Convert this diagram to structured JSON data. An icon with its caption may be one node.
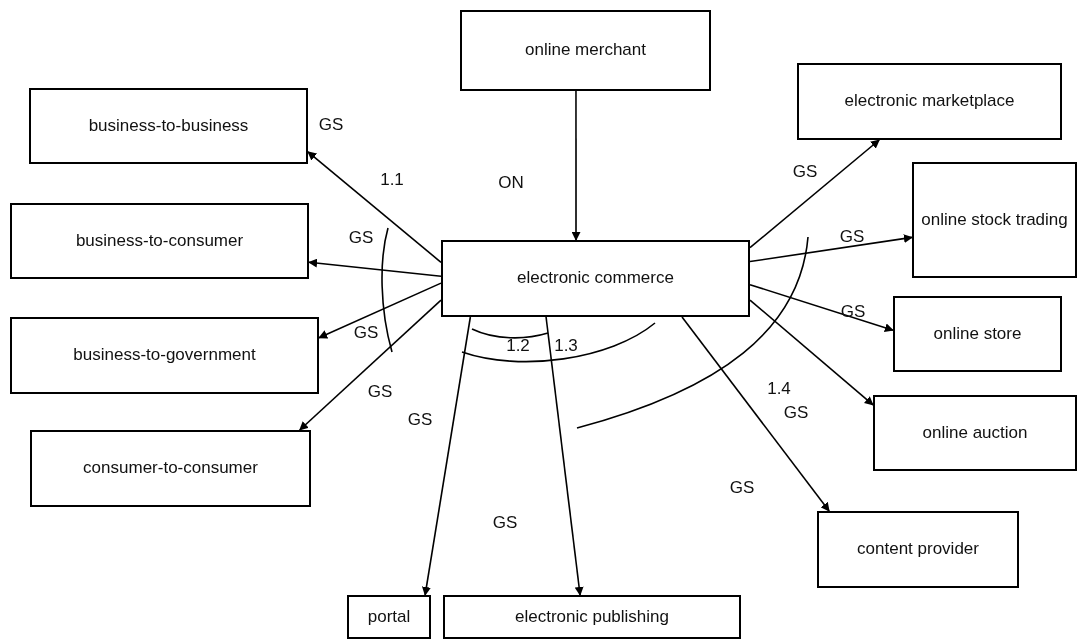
{
  "diagram": {
    "nodes": [
      {
        "text": [
          "online merchant"
        ]
      },
      {
        "text": [
          "business-to-business"
        ]
      },
      {
        "text": [
          "business-to-consumer"
        ]
      },
      {
        "text": [
          "business-to-government"
        ]
      },
      {
        "text": [
          "consumer-to-consumer"
        ]
      },
      {
        "text": [
          "electronic commerce"
        ]
      },
      {
        "text": [
          "electronic marketplace"
        ]
      },
      {
        "text": [
          "online stock trading"
        ]
      },
      {
        "text": [
          "online store"
        ]
      },
      {
        "text": [
          "online auction"
        ]
      },
      {
        "text": [
          "content provider"
        ]
      },
      {
        "text": [
          "portal"
        ]
      },
      {
        "text": [
          "electronic publishing"
        ]
      }
    ],
    "edges": [
      {
        "from": 0,
        "to": 5,
        "arrow": "to"
      },
      {
        "from": 5,
        "to": 1,
        "arrow": "to"
      },
      {
        "from": 5,
        "to": 2,
        "arrow": "to"
      },
      {
        "from": 5,
        "to": 3,
        "arrow": "to"
      },
      {
        "from": 5,
        "to": 4,
        "arrow": "to"
      },
      {
        "from": 5,
        "to": 6,
        "arrow": "to"
      },
      {
        "from": 5,
        "to": 7,
        "arrow": "to"
      },
      {
        "from": 5,
        "to": 8,
        "arrow": "to"
      },
      {
        "from": 5,
        "to": 9,
        "arrow": "to"
      },
      {
        "from": 5,
        "to": 10,
        "arrow": "to"
      },
      {
        "from": 5,
        "to": 11,
        "arrow": "to"
      },
      {
        "from": 5,
        "to": 12,
        "arrow": "to"
      }
    ],
    "labels": [
      "GS",
      "1.1",
      "ON",
      "GS",
      "GS",
      "GS",
      "GS",
      "GS",
      "GS",
      "1.2",
      "1.3",
      "1.4",
      "GS",
      "GS",
      "GS",
      "GS"
    ]
  }
}
